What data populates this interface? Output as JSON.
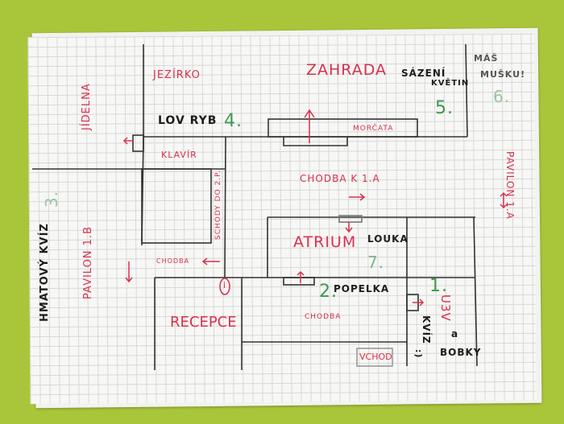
{
  "colors": {
    "background": "#a9c63b",
    "paper": "#f7f7f5",
    "ink_red": "#d8304d",
    "ink_black": "#1d1d1d",
    "ink_green": "#3a9a4f"
  },
  "labels": {
    "jezirko": "JEZÍRKO",
    "zahrada": "ZAHRADA",
    "sazeni": "SÁZENÍ",
    "kvetin": "KVĚTIN",
    "mas": "MÁŠ",
    "musku": "MUŠKU!",
    "jidelna": "JÍDELNA",
    "lov_ryb": "LOV RYB",
    "morcata": "MORČATA",
    "klavir": "KLAVÍR",
    "pavilon_1a": "PAVILON 1.A",
    "chodba_k_1a": "CHODBA K 1.A",
    "schody": "SCHODY DO 2.P.",
    "hmatovy_kviz": "HMATOVÝ KVÍZ",
    "pavilon_1b": "PAVILON 1.B",
    "atrium": "ATRIUM",
    "louka": "LOUKA",
    "chodba_left": "CHODBA",
    "popelka": "POPELKA",
    "u3v": "U3V",
    "a": "a",
    "kviz": "KVÍZ",
    "bobky": "BOBKY",
    "recepce": "RECEPCE",
    "chodba_mid": "CHODBA",
    "vchod": "VCHOD",
    "info": "i",
    "smile": ":)"
  },
  "stations": {
    "s1": "1.",
    "s2": "2.",
    "s3": "3.",
    "s4": "4.",
    "s5": "5.",
    "s6": "6.",
    "s7": "7."
  }
}
